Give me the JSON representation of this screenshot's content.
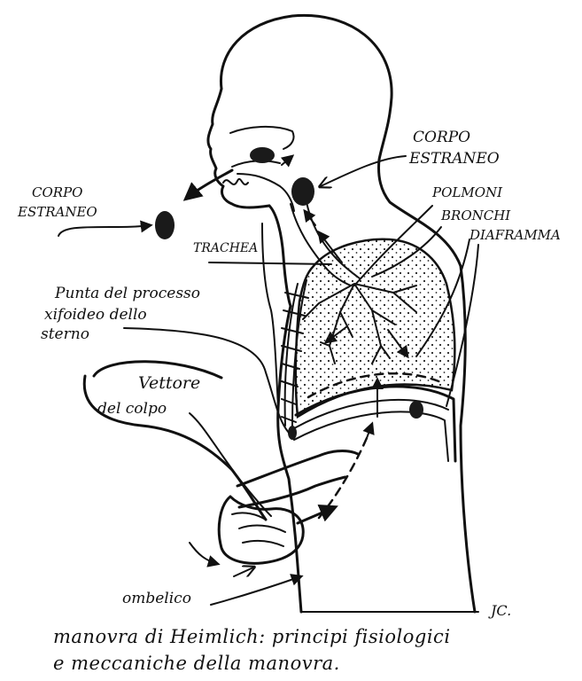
{
  "labels": {
    "corpo_estraneo_right": [
      "CORPO",
      "ESTRANEO"
    ],
    "corpo_estraneo_left": [
      "CORPO",
      "ESTRANEO"
    ],
    "polmoni": "POLMONI",
    "bronchi": "BRONCHI",
    "diaframma": "DIAFRAMMA",
    "trachea": "TRACHEA",
    "punta_processo": [
      "Punta del processo",
      "xifoideo dello",
      "sterno"
    ],
    "vettore_colpo": [
      "Vettore",
      "del colpo"
    ],
    "ombelico": "ombelico",
    "signature": "JC."
  },
  "caption": {
    "line1": "manovra di Heimlich: principi fisiologici",
    "line2": "e meccaniche della manovra."
  },
  "colors": {
    "ink": "#111111",
    "paper": "#ffffff"
  }
}
